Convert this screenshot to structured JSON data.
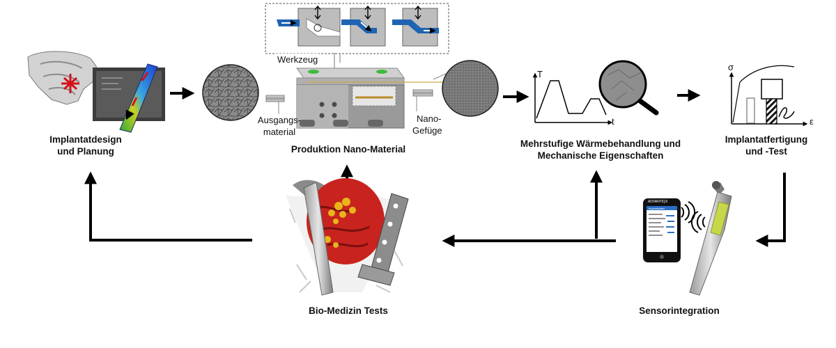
{
  "stages": {
    "design": {
      "line1": "Implantatdesign",
      "line2": "und Planung"
    },
    "production": {
      "title": "Produktion Nano-Material"
    },
    "heat": {
      "line1": "Mehrstufige Wärmebehandlung und",
      "line2": "Mechanische Eigenschaften"
    },
    "fabrication": {
      "line1": "Implantatfertigung",
      "line2": "und -Test"
    },
    "sensor": {
      "title": "Sensorintegration"
    },
    "bio": {
      "title": "Bio-Medizin Tests"
    }
  },
  "press": {
    "tool_label": "Werkzeug",
    "input_line1": "Ausgangs-",
    "input_line2": "material",
    "output_line1": "Nano-",
    "output_line2": "Gefüge"
  },
  "heat_graph": {
    "y_axis": "T",
    "x_axis": "t"
  },
  "stress_graph": {
    "y_axis": "σ",
    "x_axis": "ε"
  },
  "phone": {
    "brand": "ADVANTIQX",
    "header": "Implantdaten"
  },
  "colors": {
    "arrow": "#000000",
    "tool_blue": "#1f63b3",
    "steel_gray": "#b9b9b9",
    "tissue_red": "#c8231e",
    "cell_yellow": "#e8b51a",
    "sensor_green": "#c8d64a",
    "fem_blue": "#1e3fd0"
  },
  "icons": [
    "jaw-scan-icon",
    "fem-model-icon",
    "micrograph-icon",
    "press-tool-icon",
    "magnifier-icon",
    "smartphone-icon",
    "wireless-signal-icon",
    "hip-implant-icon",
    "bone-plate-icon"
  ]
}
